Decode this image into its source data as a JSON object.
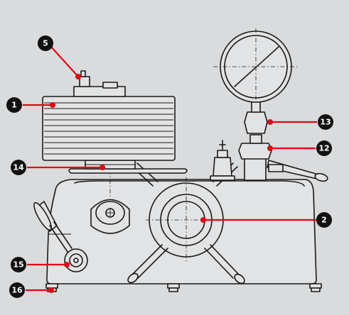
{
  "callouts": [
    {
      "id": "c1",
      "label": "1"
    },
    {
      "id": "c2",
      "label": "2"
    },
    {
      "id": "c5",
      "label": "5"
    },
    {
      "id": "c12",
      "label": "12"
    },
    {
      "id": "c13",
      "label": "13"
    },
    {
      "id": "c14",
      "label": "14"
    },
    {
      "id": "c15",
      "label": "15"
    },
    {
      "id": "c16",
      "label": "16"
    }
  ],
  "colors": {
    "background": "#d9dbdd",
    "leader": "#e30613",
    "badge": "#111111",
    "ink": "#1a1a1a"
  }
}
